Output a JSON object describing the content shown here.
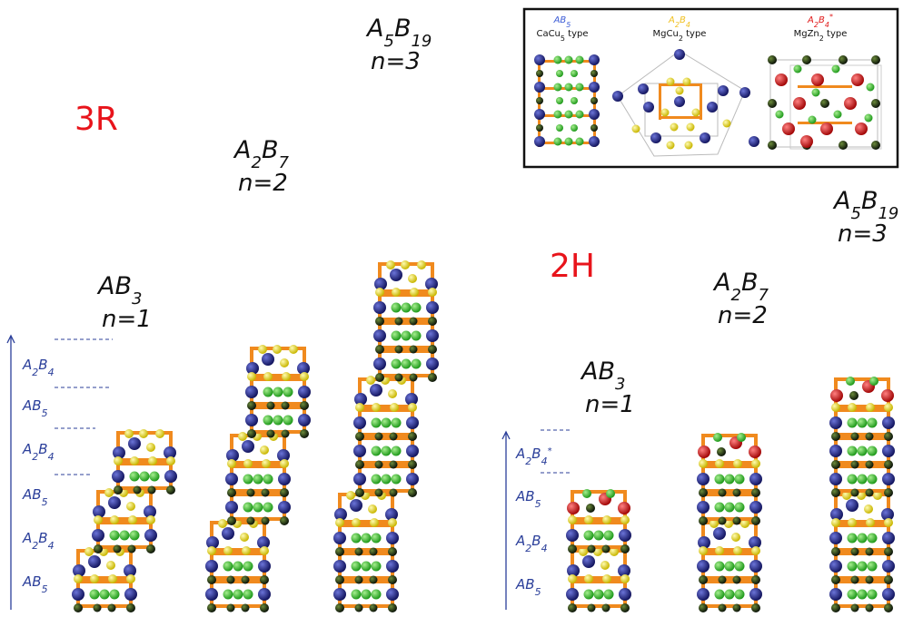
{
  "polytypes": {
    "rhombohedral": "3R",
    "hexagonal": "2H"
  },
  "stacks_3R": [
    {
      "formula_html": "AB<tspan baseline-shift='sub' font-size='18'>3</tspan>",
      "n_label": "n=1",
      "layers": [
        "A2B4",
        "AB5",
        "A2B4",
        "AB5",
        "A2B4",
        "AB5"
      ]
    },
    {
      "formula_html": "A<tspan baseline-shift='sub' font-size='18'>2</tspan>B<tspan baseline-shift='sub' font-size='18'>7</tspan>",
      "n_label": "n=2",
      "layers": [
        "A2B4",
        "AB5",
        "AB5",
        "A2B4",
        "AB5",
        "AB5",
        "A2B4",
        "AB5",
        "AB5"
      ]
    },
    {
      "formula_html": "A<tspan baseline-shift='sub' font-size='18'>5</tspan>B<tspan baseline-shift='sub' font-size='18'>19</tspan>",
      "n_label": "n=3",
      "layers": [
        "A2B4",
        "AB5",
        "AB5",
        "AB5",
        "A2B4",
        "AB5",
        "AB5",
        "AB5",
        "A2B4",
        "AB5",
        "AB5",
        "AB5"
      ]
    }
  ],
  "stacks_2H": [
    {
      "formula_html": "AB<tspan baseline-shift='sub' font-size='18'>3</tspan>",
      "n_label": "n=1"
    },
    {
      "formula_html": "A<tspan baseline-shift='sub' font-size='18'>2</tspan>B<tspan baseline-shift='sub' font-size='18'>7</tspan>",
      "n_label": "n=2"
    },
    {
      "formula_html": "A<tspan baseline-shift='sub' font-size='18'>5</tspan>B<tspan baseline-shift='sub' font-size='18'>19</tspan>",
      "n_label": "n=3"
    }
  ],
  "axis_3R": [
    "A2B4",
    "AB5",
    "A2B4",
    "AB5",
    "A2B4",
    "AB5"
  ],
  "axis_2H": [
    "A2B4*",
    "AB5",
    "A2B4",
    "AB5"
  ],
  "inset": {
    "ab5": {
      "formula": "AB5",
      "caption": "CaCu5 type",
      "color": "#3b5bd6"
    },
    "mgcu2": {
      "formula": "A2B4",
      "caption": "MgCu2 type",
      "color": "#f0c020"
    },
    "mgzn2": {
      "formula": "A2B4*",
      "caption": "MgZn2 type",
      "color": "#e01818"
    }
  },
  "colors": {
    "frame": "#f08a1e",
    "blue_atom": "#1c1f7a",
    "green_atom": "#3ec43a",
    "yellow_atom": "#f2e214",
    "red_atom": "#d81616",
    "dark_atom": "#1d2a12",
    "polytype_label": "#e8141b",
    "axis": "#2b3f9a"
  }
}
